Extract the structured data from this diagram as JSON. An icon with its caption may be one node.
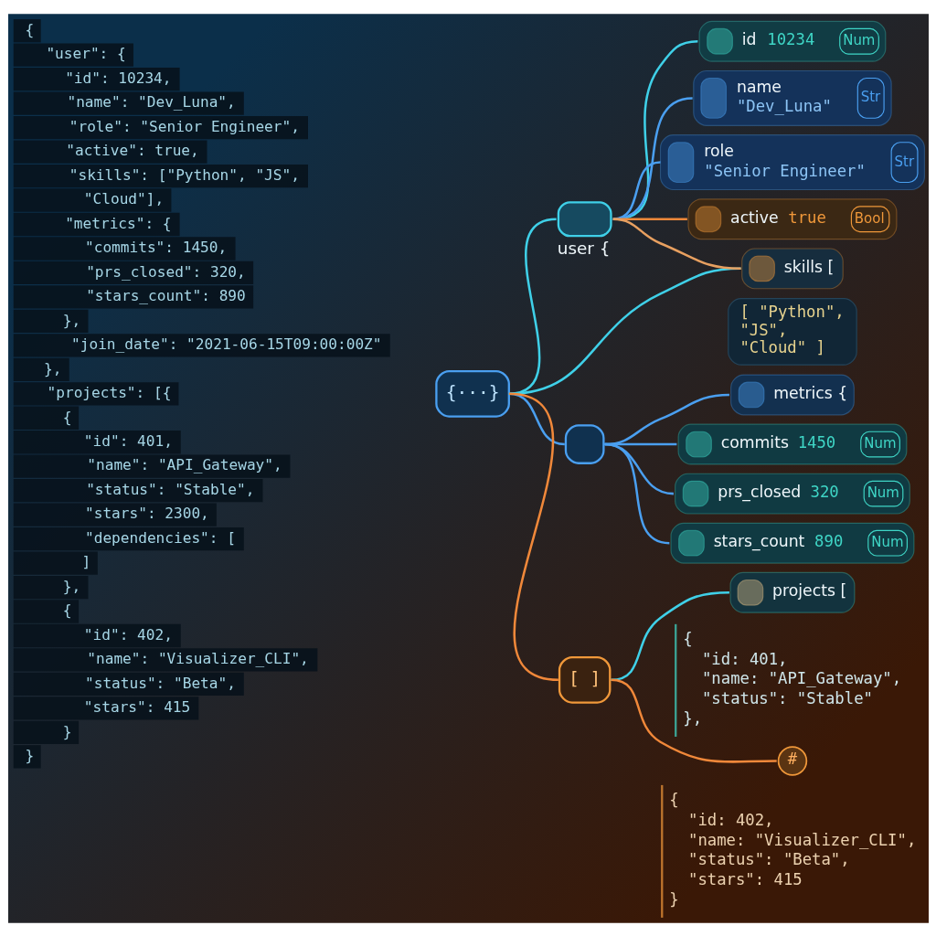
{
  "diagram": {
    "nodes": [
      {
        "text": [
          "{···}"
        ]
      },
      {
        "text": [
          "user {"
        ]
      },
      {
        "text": [
          "id",
          "10234",
          "Num"
        ]
      },
      {
        "text": [
          "name",
          "\"Dev_Luna\"",
          "Str"
        ]
      },
      {
        "text": [
          "role",
          "\"Senior Engineer\"",
          "Str"
        ]
      },
      {
        "text": [
          "active",
          "true",
          "Bool"
        ]
      },
      {
        "text": [
          "skills ["
        ]
      },
      {
        "text": [
          "[ \"Python\", \"JS\", \"Cloud\" ]"
        ]
      },
      {
        "text": [],
        "shape": "box"
      },
      {
        "text": [
          "metrics {"
        ]
      },
      {
        "text": [
          "commits",
          "1450",
          "Num"
        ]
      },
      {
        "text": [
          "prs_closed",
          "320",
          "Num"
        ]
      },
      {
        "text": [
          "stars_count",
          "890",
          "Num"
        ]
      },
      {
        "text": [
          "[ ]"
        ]
      },
      {
        "text": [
          "projects ["
        ]
      },
      {
        "text": [
          "#"
        ]
      }
    ],
    "edges": [
      {
        "from": 0,
        "to": 1,
        "arrow": "none",
        "color": "#3fd0e8"
      },
      {
        "from": 1,
        "to": 2,
        "arrow": "none",
        "color": "#3fd0e8"
      },
      {
        "from": 1,
        "to": 3,
        "arrow": "none"
      },
      {
        "from": 1,
        "to": 4,
        "arrow": "none"
      },
      {
        "from": 1,
        "to": 5,
        "arrow": "none",
        "color": "#f0883a"
      },
      {
        "from": 1,
        "to": 6,
        "arrow": "none",
        "color": "#e8a060"
      },
      {
        "from": 0,
        "to": 6,
        "arrow": "none",
        "color": "#3fd0e8"
      },
      {
        "from": 0,
        "to": 8,
        "arrow": "none"
      },
      {
        "from": 8,
        "to": 9,
        "arrow": "none"
      },
      {
        "from": 8,
        "to": 10,
        "arrow": "none"
      },
      {
        "from": 8,
        "to": 11,
        "arrow": "none"
      },
      {
        "from": 8,
        "to": 12,
        "arrow": "none"
      },
      {
        "from": 0,
        "to": 13,
        "arrow": "none",
        "color": "#f0883a"
      },
      {
        "from": 13,
        "to": 14,
        "arrow": "none",
        "color": "#3fd0e8"
      },
      {
        "from": 13,
        "to": 15,
        "arrow": "none",
        "color": "#f0883a"
      }
    ],
    "labels": [
      "{",
      "\"user\": {",
      "\"id\": 10234,",
      "\"name\": \"Dev_Luna\",",
      "\"role\": \"Senior Engineer\",",
      "\"active\": true,",
      "\"skills\": [\"Python\", \"JS\",",
      "\"Cloud\"],",
      "\"metrics\": {",
      "\"commits\": 1450,",
      "\"prs_closed\": 320,",
      "\"stars_count\": 890",
      "},",
      "\"join_date\": \"2021-06-15T09:00:00Z\"",
      "},",
      "\"projects\": [{",
      "{",
      "\"id\": 401,",
      "\"name\": \"API_Gateway\",",
      "\"status\": \"Stable\",",
      "\"stars\": 2300,",
      "\"dependencies\": [",
      "]",
      "},",
      "{",
      "\"id\": 402,",
      "\"name\": \"Visualizer_CLI\",",
      "\"status\": \"Beta\",",
      "\"stars\": 415",
      "}",
      "}",
      "{",
      "\"id: 401,",
      "\"name: \"API_Gateway\",",
      "\"status\": \"Stable\"",
      "},",
      "{",
      "\"id: 402,",
      "\"name: \"Visualizer_CLI\",",
      "\"status\": \"Beta\",",
      "\"stars\": 415",
      "}"
    ]
  }
}
